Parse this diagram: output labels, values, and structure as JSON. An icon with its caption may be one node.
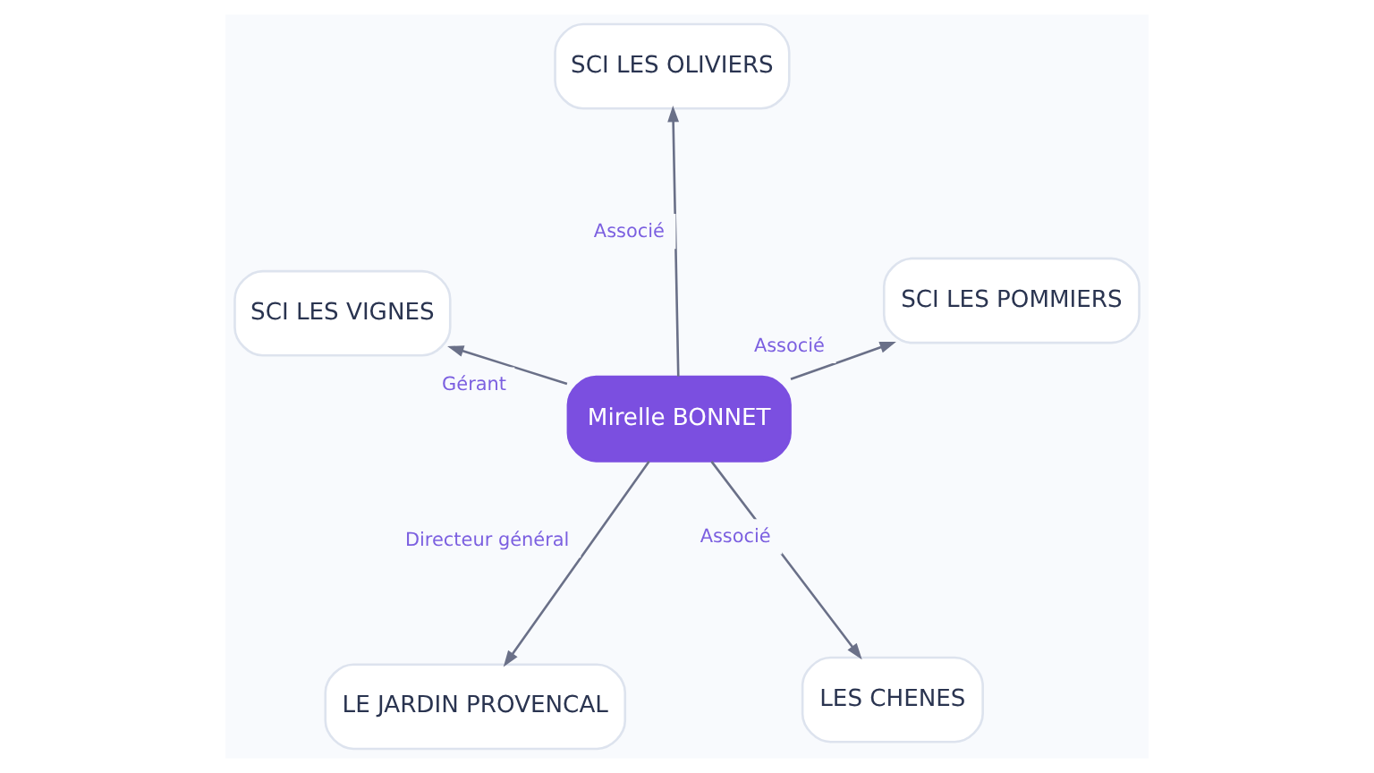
{
  "diagram": {
    "nodes": [
      {
        "text": [
          "LE JARDIN PROVENCAL"
        ]
      },
      {
        "text": [
          "LES CHENES"
        ]
      },
      {
        "text": [
          "Mirelle BONNET"
        ]
      },
      {
        "text": [
          "SCI LES OLIVIERS"
        ]
      },
      {
        "text": [
          "SCI LES POMMIERS"
        ]
      },
      {
        "text": [
          "SCI LES VIGNES"
        ]
      }
    ],
    "edges": [
      {
        "from": 2,
        "to": 0,
        "arrow": "to",
        "label": "Directeur général"
      },
      {
        "from": 2,
        "to": 1,
        "arrow": "to",
        "label": "Associé"
      },
      {
        "from": 2,
        "to": 3,
        "arrow": "to",
        "label": "Associé"
      },
      {
        "from": 2,
        "to": 5,
        "arrow": "to",
        "label": "Gérant"
      },
      {
        "from": 2,
        "to": 4,
        "arrow": "to",
        "label": "Associé"
      }
    ]
  }
}
